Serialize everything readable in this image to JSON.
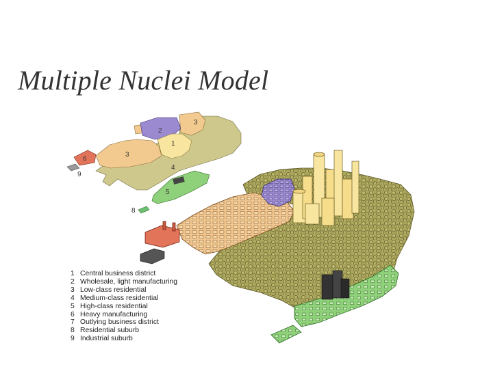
{
  "slide": {
    "title": "Multiple Nuclei Model"
  },
  "zone_labels": [
    "1",
    "2",
    "3",
    "3",
    "4",
    "5",
    "6",
    "8",
    "9"
  ],
  "legend": [
    {
      "number": "1",
      "label": "Central business district"
    },
    {
      "number": "2",
      "label": "Wholesale, light manufacturing"
    },
    {
      "number": "3",
      "label": "Low-class residential"
    },
    {
      "number": "4",
      "label": "Medium-class residential"
    },
    {
      "number": "5",
      "label": "High-class residential"
    },
    {
      "number": "6",
      "label": "Heavy manufacturing"
    },
    {
      "number": "7",
      "label": "Outlying business district"
    },
    {
      "number": "8",
      "label": "Residential suburb"
    },
    {
      "number": "9",
      "label": "Industrial suburb"
    }
  ],
  "colors": {
    "title": "#333333",
    "cbd": "#f8e6a0",
    "wholesale": "#9c8ad0",
    "low_class": "#f2c98e",
    "medium_class": "#cfc88c",
    "high_class": "#8fd07a",
    "heavy_manufacturing": "#e2745a",
    "industrial_suburb": "#999999",
    "residential_suburb": "#6cc072",
    "woodland": "#a8a45a"
  }
}
